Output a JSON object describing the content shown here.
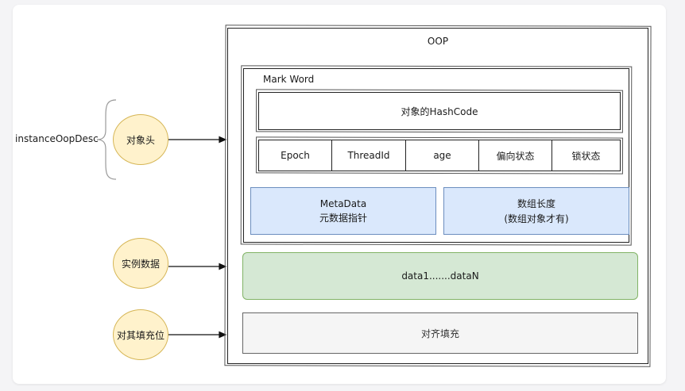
{
  "left_label": "instanceOopDesc",
  "nodes": {
    "header": "对象头",
    "instance_data": "实例数据",
    "padding": "对其填充位"
  },
  "oop": {
    "title": "OOP",
    "mark_word": {
      "title": "Mark Word",
      "hashcode": "对象的HashCode",
      "fields": [
        "Epoch",
        "ThreadId",
        "age",
        "偏向状态",
        "锁状态"
      ]
    },
    "metadata": {
      "line1": "MetaData",
      "line2": "元数据指针"
    },
    "array_length": {
      "line1": "数组长度",
      "line2": "(数组对象才有)"
    },
    "data": "data1.......dataN",
    "align": "对齐填充"
  },
  "colors": {
    "circle_fill": "#fff2cc",
    "circle_stroke": "#d6b656",
    "blue_fill": "#dae8fc",
    "blue_stroke": "#6c8ebf",
    "green_fill": "#d5e8d4",
    "green_stroke": "#82b366",
    "gray_fill": "#f5f5f5",
    "gray_stroke": "#666666"
  }
}
